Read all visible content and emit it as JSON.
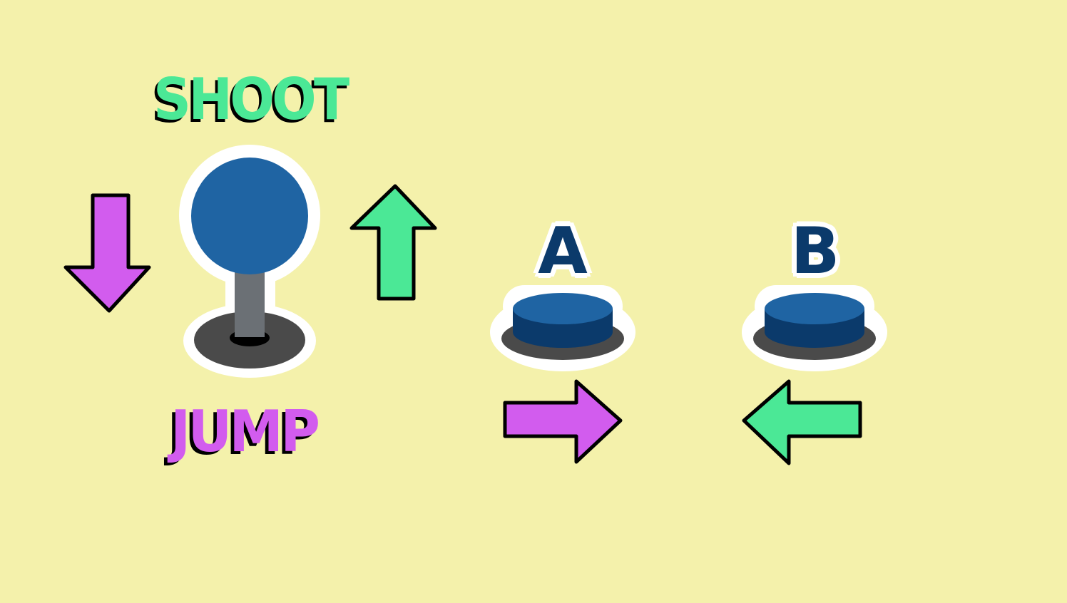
{
  "labels": {
    "shoot": "SHOOT",
    "jump": "JUMP"
  },
  "buttons": {
    "a": {
      "letter": "A",
      "direction": "right",
      "direction_icon": "arrow-right-icon"
    },
    "b": {
      "letter": "B",
      "direction": "left",
      "direction_icon": "arrow-left-icon"
    }
  },
  "joystick": {
    "up_icon": "arrow-up-icon",
    "down_icon": "arrow-down-icon"
  },
  "colors": {
    "background": "#f4f1ab",
    "green": "#4be896",
    "purple": "#d25cee",
    "blue": "#1f64a3",
    "dark_blue": "#0b3a6b",
    "gray": "#6b7075",
    "dark_gray": "#4a4a4a"
  }
}
